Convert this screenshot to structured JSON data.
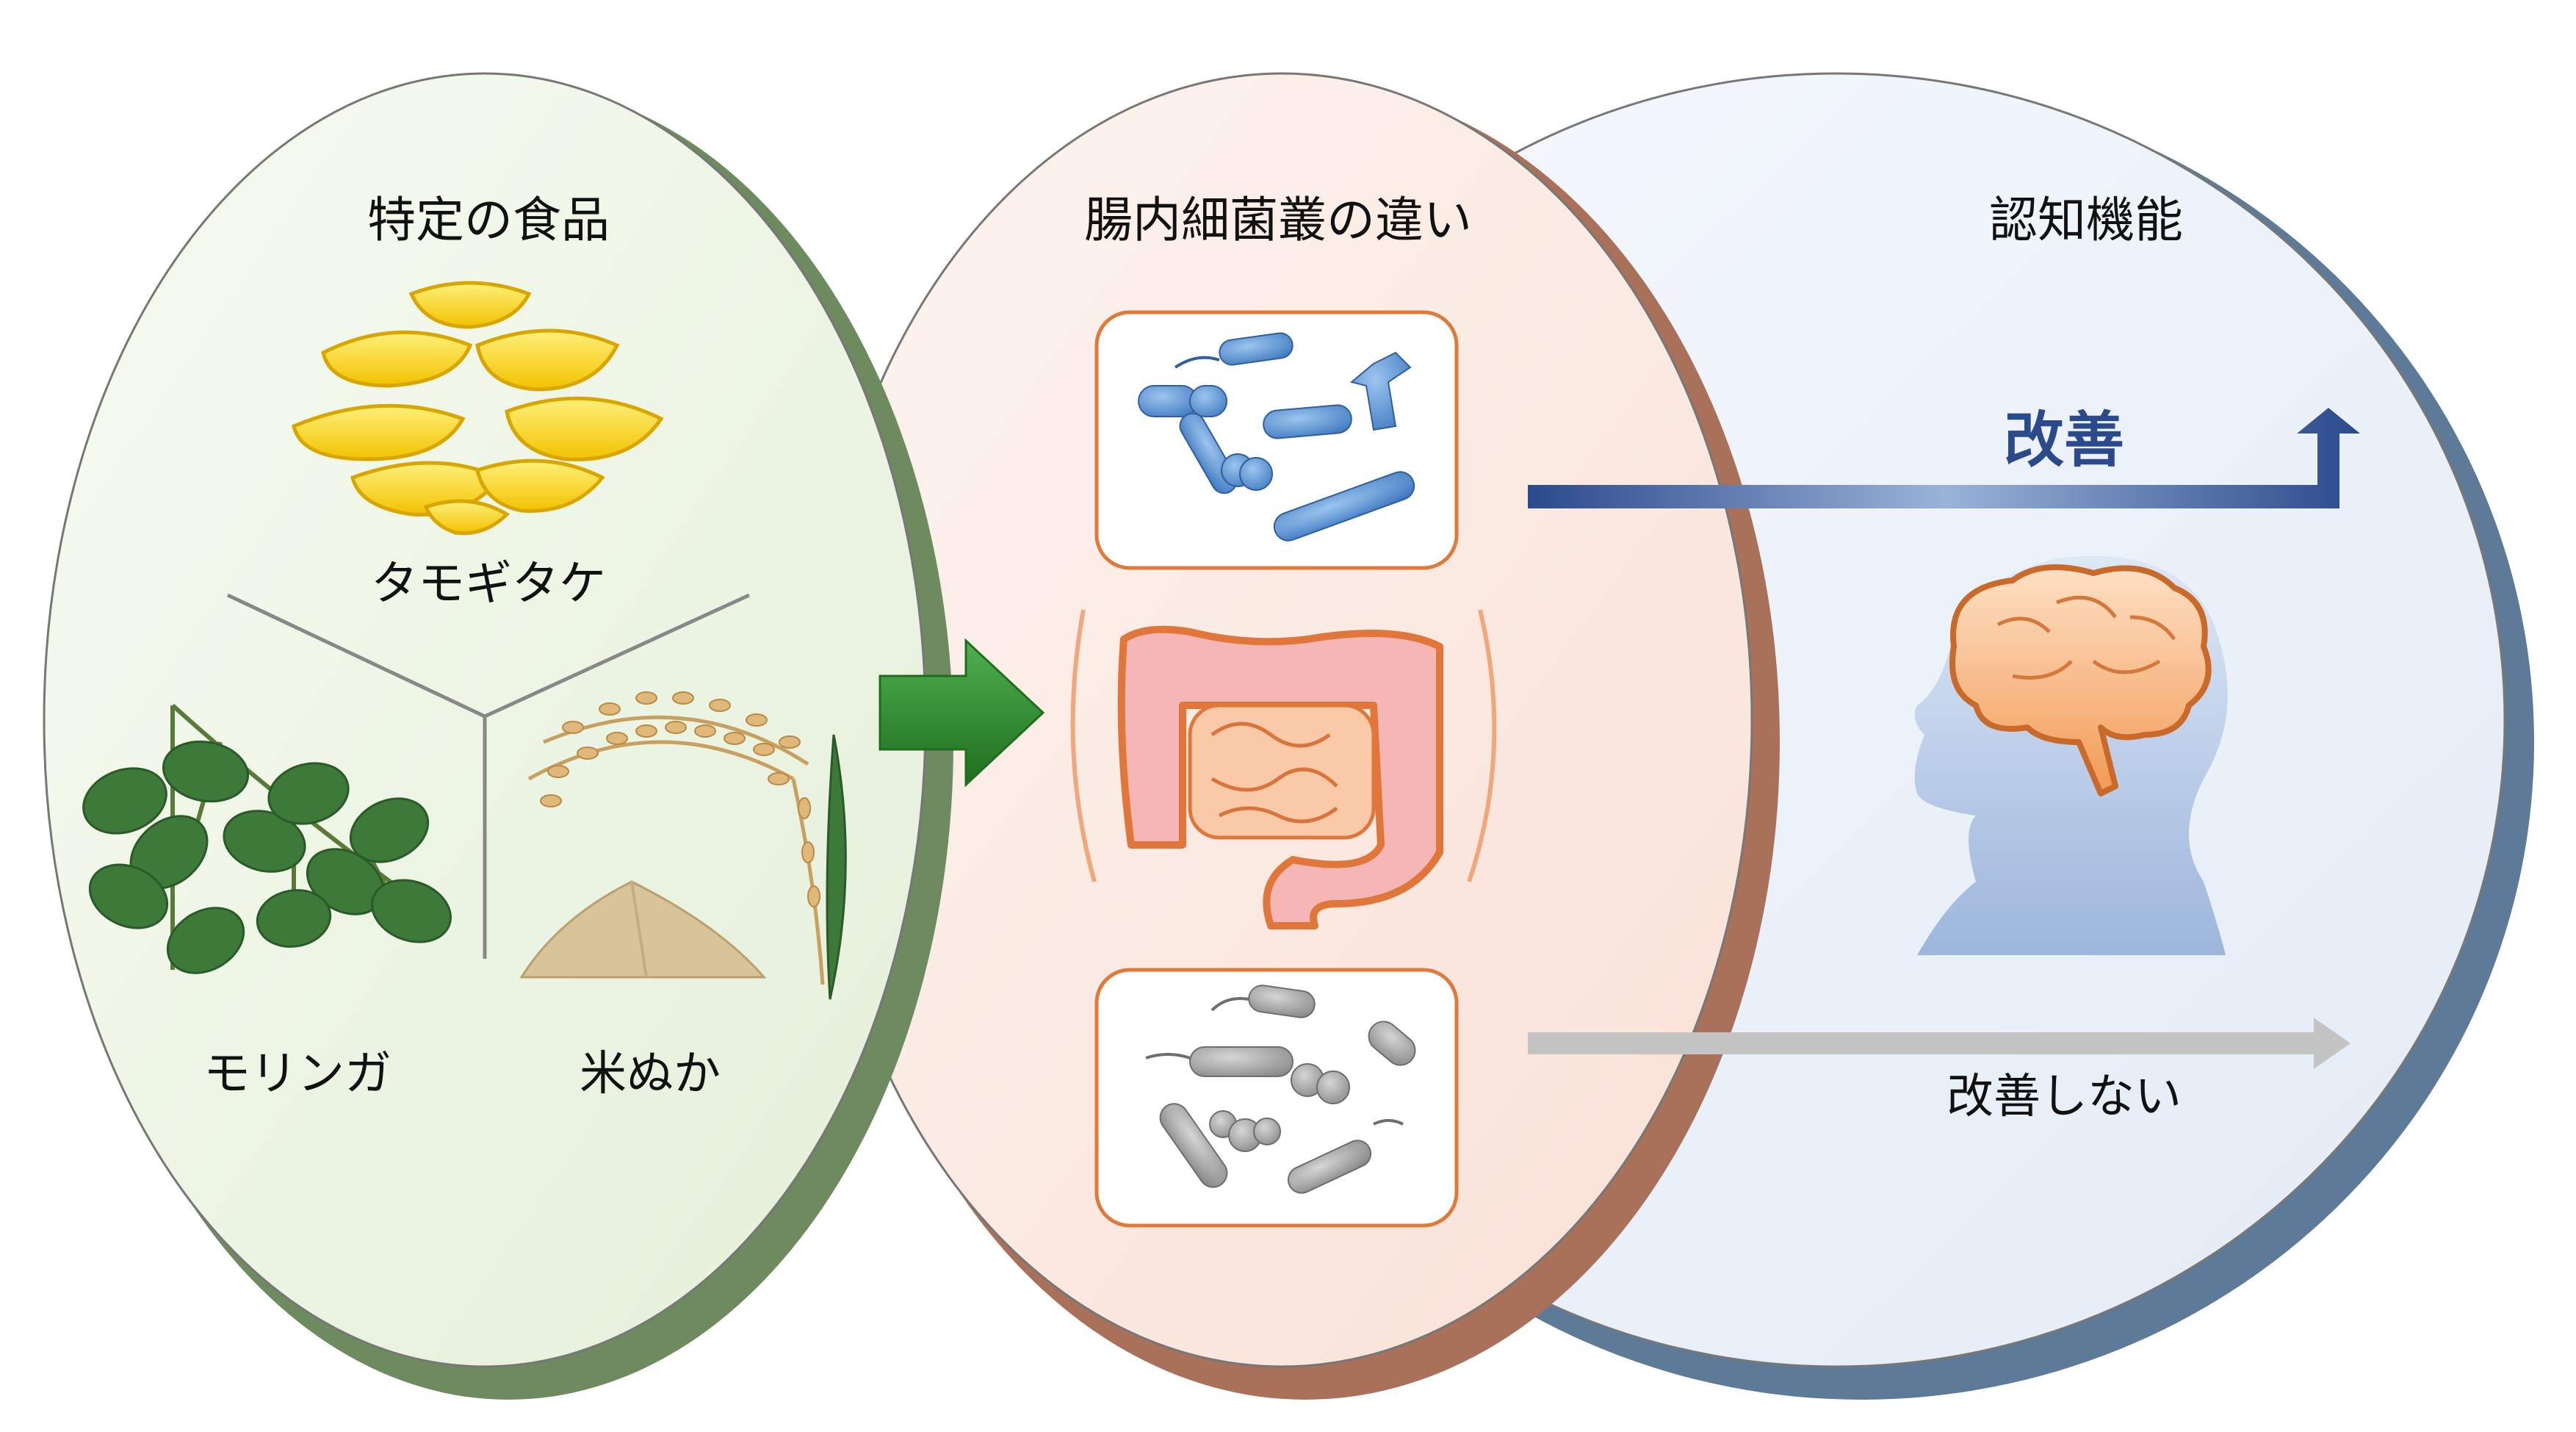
{
  "sections": {
    "food": {
      "title": "特定の食品",
      "items": [
        "タモギタケ",
        "モリンガ",
        "米ぬか"
      ]
    },
    "microbiota": {
      "title": "腸内細菌叢の違い"
    },
    "cognition": {
      "title": "認知機能",
      "outcome_improve": "改善",
      "outcome_no_improve": "改善しない"
    }
  },
  "colors": {
    "food_oval": "#eef5e6",
    "food_oval_edge": "#6e8a5f",
    "microbiota_oval": "#fbe9e2",
    "microbiota_oval_edge": "#a9705a",
    "cognition_oval": "#edf2f9",
    "cognition_oval_edge": "#5d7a99",
    "improve_arrow": "#2e4f8f",
    "no_improve_arrow": "#bdbdbd",
    "mid_arrow": "#2e8b2e",
    "good_bacteria": "#4a86c7",
    "bad_bacteria": "#9a9a9a",
    "intestine": "#f4a3a3",
    "brain": "#f3a56b",
    "head": "#a9bfe0"
  },
  "icons": [
    "mushroom-icon",
    "moringa-leaf-icon",
    "rice-bran-icon",
    "good-bacteria-icon",
    "intestine-icon",
    "bad-bacteria-icon",
    "brain-head-icon"
  ]
}
